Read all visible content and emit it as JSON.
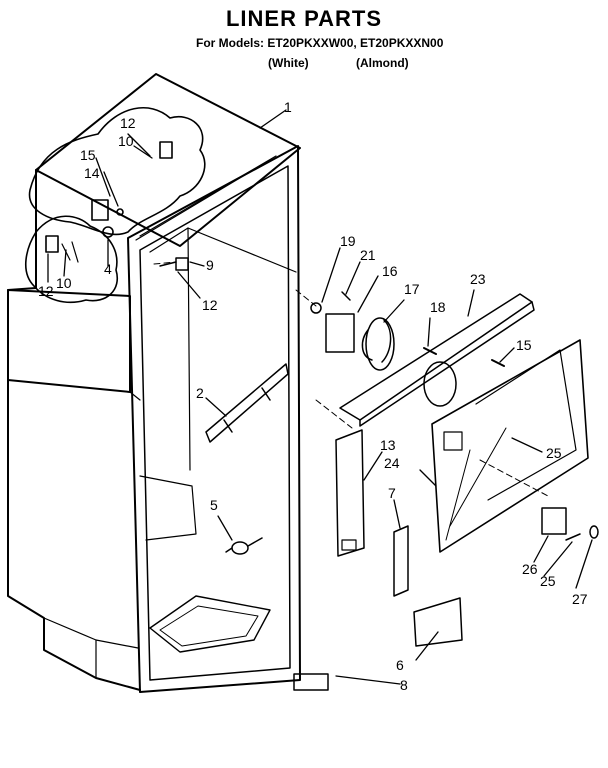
{
  "header": {
    "title": "LINER PARTS",
    "models_line": "For Models: ET20PKXXW00, ET20PKXXN00",
    "variant_white": "(White)",
    "variant_almond": "(Almond)"
  },
  "callouts": {
    "c1": "1",
    "c2": "2",
    "c4": "4",
    "c5": "5",
    "c6": "6",
    "c7": "7",
    "c8": "8",
    "c9": "9",
    "c10a": "10",
    "c10b": "10",
    "c12a": "12",
    "c12b": "12",
    "c12c": "12",
    "c13": "13",
    "c14": "14",
    "c15a": "15",
    "c15b": "15",
    "c16": "16",
    "c17": "17",
    "c18": "18",
    "c19": "19",
    "c21": "21",
    "c23": "23",
    "c24": "24",
    "c25a": "25",
    "c25b": "25",
    "c26": "26",
    "c27": "27"
  },
  "colors": {
    "line": "#000000",
    "background": "#ffffff"
  }
}
